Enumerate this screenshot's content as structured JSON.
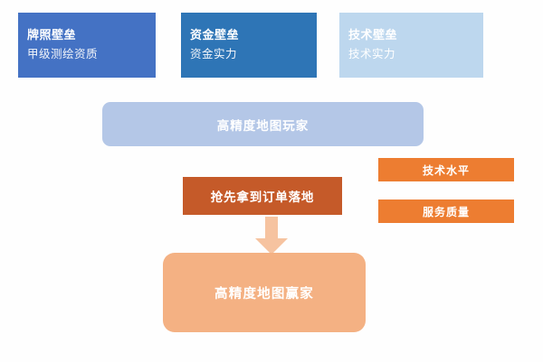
{
  "diagram": {
    "background_color": "#fefefe",
    "barriers": [
      {
        "id": "license",
        "title": "牌照壁垒",
        "subtitle": "甲级测绘资质",
        "color": "#4472c4"
      },
      {
        "id": "capital",
        "title": "资金壁垒",
        "subtitle": "资金实力",
        "color": "#2e75b6"
      },
      {
        "id": "tech",
        "title": "技术壁垒",
        "subtitle": "技术实力",
        "color": "#bdd7ee"
      }
    ],
    "players": {
      "label": "高精度地图玩家",
      "color": "#b4c7e7"
    },
    "order": {
      "label": "抢先拿到订单落地",
      "color": "#c55a29"
    },
    "factors": [
      {
        "id": "tech-level",
        "label": "技术水平",
        "color": "#ed7d31"
      },
      {
        "id": "service-quality",
        "label": "服务质量",
        "color": "#ed7d31"
      }
    ],
    "arrow": {
      "name": "down-arrow-icon",
      "color": "#f6c3a0"
    },
    "winner": {
      "label": "高精度地图赢家",
      "color": "#f4b183"
    }
  }
}
